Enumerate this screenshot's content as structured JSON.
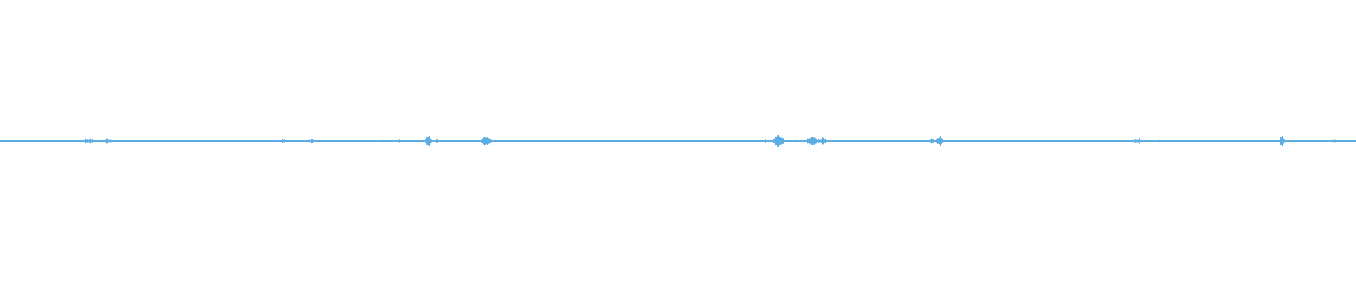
{
  "chart_data": {
    "type": "area",
    "title": "",
    "xlabel": "",
    "ylabel": "",
    "ylim": [
      -1,
      1
    ],
    "grid": false,
    "color": "#5dade2",
    "background": "#ffffff",
    "sample_count": 1920,
    "baseline_amplitude": 0.006,
    "bursts": [
      {
        "center_sample": 125,
        "peak": 0.02,
        "width_samples": 10
      },
      {
        "center_sample": 150,
        "peak": 0.018,
        "width_samples": 10
      },
      {
        "center_sample": 245,
        "peak": 0.008,
        "width_samples": 6
      },
      {
        "center_sample": 350,
        "peak": 0.012,
        "width_samples": 6
      },
      {
        "center_sample": 400,
        "peak": 0.016,
        "width_samples": 10
      },
      {
        "center_sample": 440,
        "peak": 0.016,
        "width_samples": 8
      },
      {
        "center_sample": 510,
        "peak": 0.012,
        "width_samples": 10
      },
      {
        "center_sample": 540,
        "peak": 0.012,
        "width_samples": 10
      },
      {
        "center_sample": 565,
        "peak": 0.014,
        "width_samples": 8
      },
      {
        "center_sample": 606,
        "peak": 0.05,
        "width_samples": 4
      },
      {
        "center_sample": 618,
        "peak": 0.015,
        "width_samples": 4
      },
      {
        "center_sample": 688,
        "peak": 0.035,
        "width_samples": 7
      },
      {
        "center_sample": 1083,
        "peak": 0.014,
        "width_samples": 5
      },
      {
        "center_sample": 1102,
        "peak": 0.045,
        "width_samples": 8
      },
      {
        "center_sample": 1126,
        "peak": 0.012,
        "width_samples": 5
      },
      {
        "center_sample": 1150,
        "peak": 0.03,
        "width_samples": 10
      },
      {
        "center_sample": 1165,
        "peak": 0.025,
        "width_samples": 6
      },
      {
        "center_sample": 1320,
        "peak": 0.022,
        "width_samples": 4
      },
      {
        "center_sample": 1330,
        "peak": 0.04,
        "width_samples": 4
      },
      {
        "center_sample": 1610,
        "peak": 0.02,
        "width_samples": 12
      },
      {
        "center_sample": 1640,
        "peak": 0.012,
        "width_samples": 6
      },
      {
        "center_sample": 1815,
        "peak": 0.04,
        "width_samples": 3
      },
      {
        "center_sample": 1890,
        "peak": 0.014,
        "width_samples": 8
      }
    ]
  }
}
